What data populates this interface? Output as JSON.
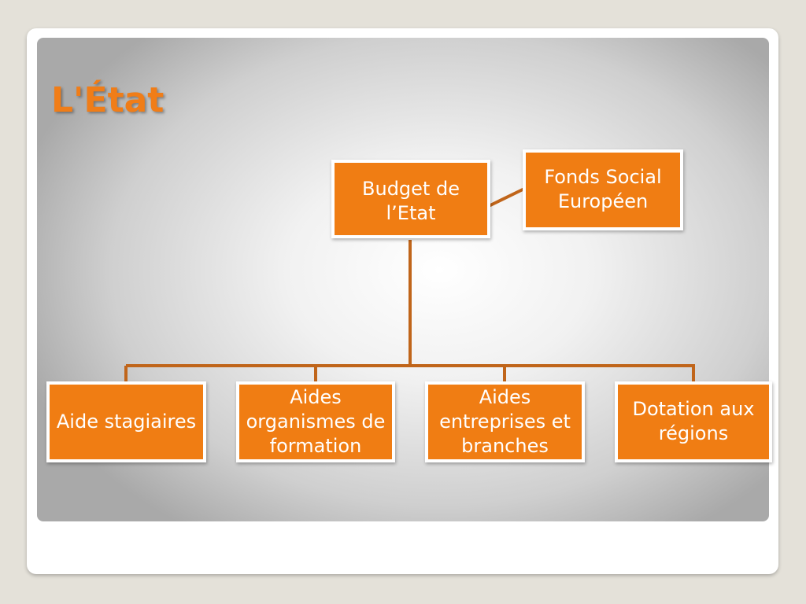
{
  "slide": {
    "title": "L'État"
  },
  "org_chart": {
    "root": {
      "label": "Budget de l’Etat"
    },
    "assistant": {
      "label": "Fonds Social Européen"
    },
    "children": [
      {
        "label": "Aide stagiaires"
      },
      {
        "label": "Aides organismes de formation"
      },
      {
        "label": "Aides entreprises et branches"
      },
      {
        "label": "Dotation aux régions"
      }
    ]
  },
  "colors": {
    "box_fill": "#f07d13",
    "box_border": "#ffffff",
    "connector": "#c0651a",
    "title": "#f07d18"
  }
}
